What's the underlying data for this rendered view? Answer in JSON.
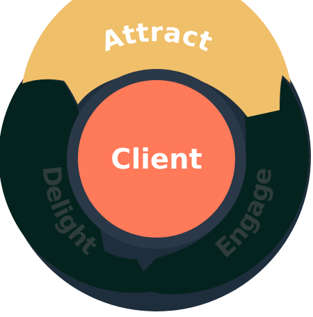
{
  "diagram": {
    "center": {
      "label": "Client",
      "color": "#FF7A59"
    },
    "segments": [
      {
        "label": "Attract",
        "fill": "#F0BF6A",
        "text_color": "#FFFFFF"
      },
      {
        "label": "Engage",
        "fill": "#05231E",
        "text_color": "#2E3C3A"
      },
      {
        "label": "Delight",
        "fill": "#05231E",
        "text_color": "#2E3C3A"
      }
    ],
    "outline_color": "#1F2E3C",
    "hub_ring_color": "#2A3848"
  }
}
